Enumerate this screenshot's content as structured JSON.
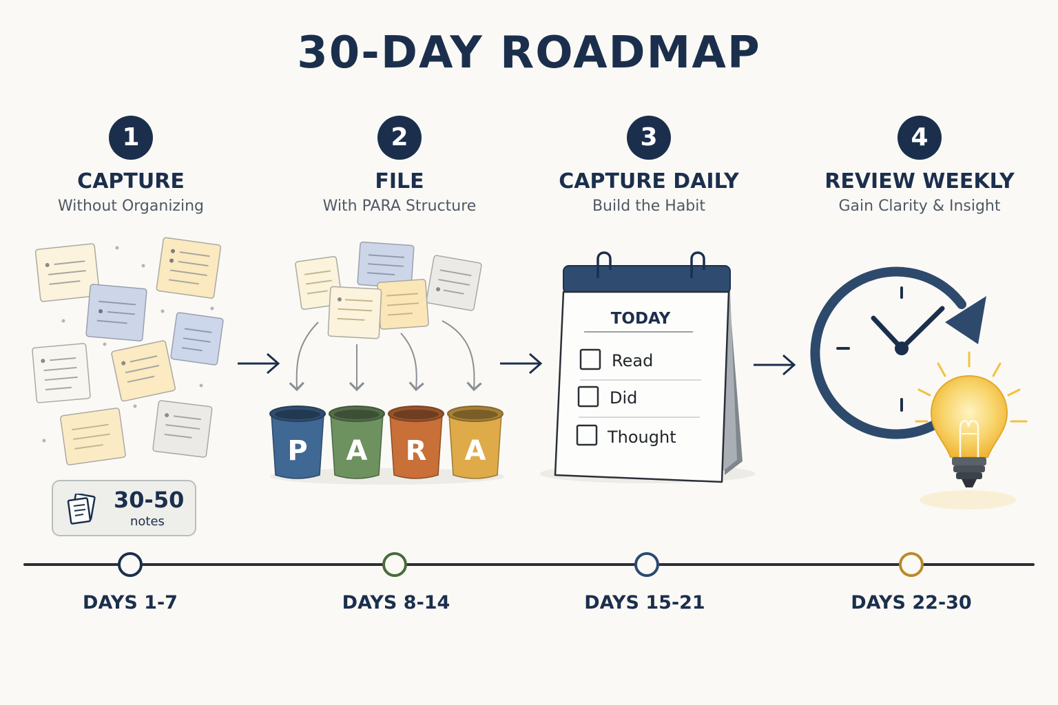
{
  "title": "30-DAY ROADMAP",
  "steps": [
    {
      "number": "1",
      "name": "CAPTURE",
      "subtitle": "Without Organizing",
      "days": "DAYS 1-7"
    },
    {
      "number": "2",
      "name": "FILE",
      "subtitle": "With PARA Structure",
      "days": "DAYS 8-14"
    },
    {
      "number": "3",
      "name": "CAPTURE DAILY",
      "subtitle": "Build the Habit",
      "days": "DAYS 15-21"
    },
    {
      "number": "4",
      "name": "REVIEW WEEKLY",
      "subtitle": "Gain Clarity & Insight",
      "days": "DAYS 22-30"
    }
  ],
  "notes_badge": {
    "count": "30-50",
    "label": "notes"
  },
  "para_buckets": [
    {
      "letter": "P",
      "color": "#3f6894"
    },
    {
      "letter": "A",
      "color": "#6e9160"
    },
    {
      "letter": "R",
      "color": "#c96f38"
    },
    {
      "letter": "A",
      "color": "#deab48"
    }
  ],
  "calendar": {
    "header": "TODAY",
    "items": [
      "Read",
      "Did",
      "Thought"
    ]
  },
  "colors": {
    "navy": "#1b2f4d",
    "milestone_1": "#1b2f4d",
    "milestone_2": "#4a6b3b",
    "milestone_3": "#2b4a72",
    "milestone_4": "#b88a2a"
  }
}
